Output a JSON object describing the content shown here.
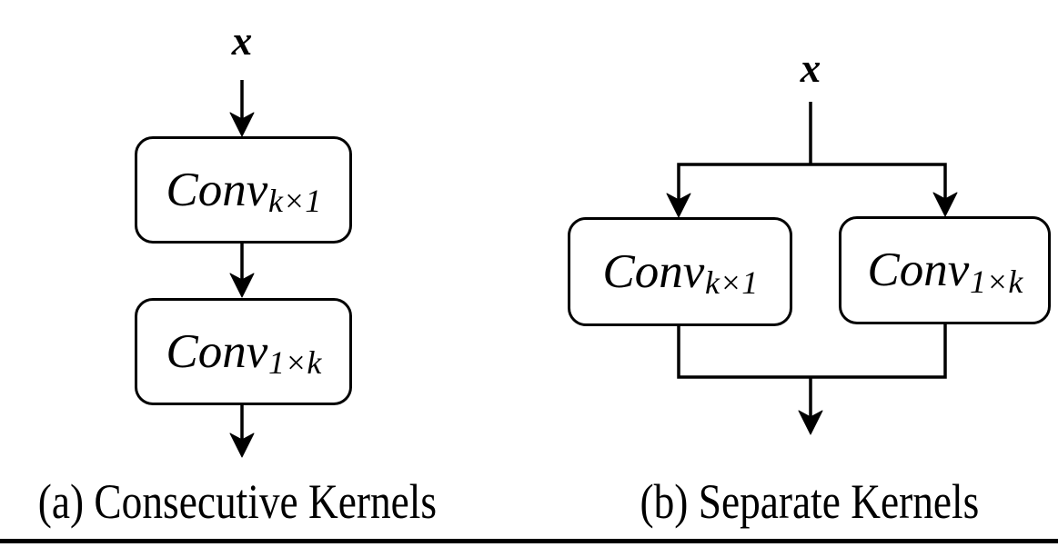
{
  "figure": {
    "colors": {
      "stroke": "#000000",
      "background": "#ffffff"
    },
    "panel_a": {
      "caption": "(a) Consecutive Kernels",
      "input_label": "x",
      "blocks": [
        {
          "main": "Conv",
          "sub": "k×1"
        },
        {
          "main": "Conv",
          "sub": "1×k"
        }
      ]
    },
    "panel_b": {
      "caption": "(b) Separate Kernels",
      "input_label": "x",
      "blocks": [
        {
          "main": "Conv",
          "sub": "k×1"
        },
        {
          "main": "Conv",
          "sub": "1×k"
        }
      ]
    }
  }
}
